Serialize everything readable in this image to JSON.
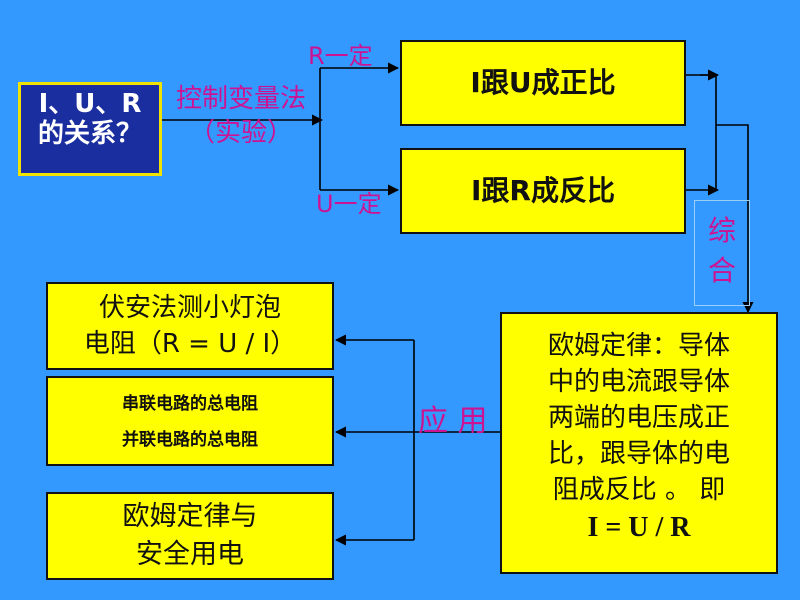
{
  "main_question": {
    "line1": "I、U、R",
    "line2": "的关系？"
  },
  "method": {
    "line1": "控制变量法",
    "line2": "（实验）"
  },
  "condition_r": "R一定",
  "condition_u": "U一定",
  "result_u": "I跟U成正比",
  "result_r": "I跟R成反比",
  "combine_label": {
    "char1": "综",
    "char2": "合"
  },
  "ohms_law": {
    "lines": [
      "欧姆定律：导体",
      "中的电流跟导体",
      "两端的电压成正",
      "比，跟导体的电",
      "阻成反比 。 即"
    ],
    "formula": "I = U / R"
  },
  "apply_label": "应 用",
  "app1": {
    "line1": "伏安法测小灯泡",
    "line2": "电阻（R = U / I）"
  },
  "app2": {
    "line1": "串联电路的总电阻",
    "line2": "并联电路的总电阻"
  },
  "app3": {
    "line1": "欧姆定律与",
    "line2": "安全用电"
  },
  "colors": {
    "background": "#3399ff",
    "box_yellow": "#ffff00",
    "main_box": "#1a2ea0",
    "label_magenta": "#cc1493"
  }
}
